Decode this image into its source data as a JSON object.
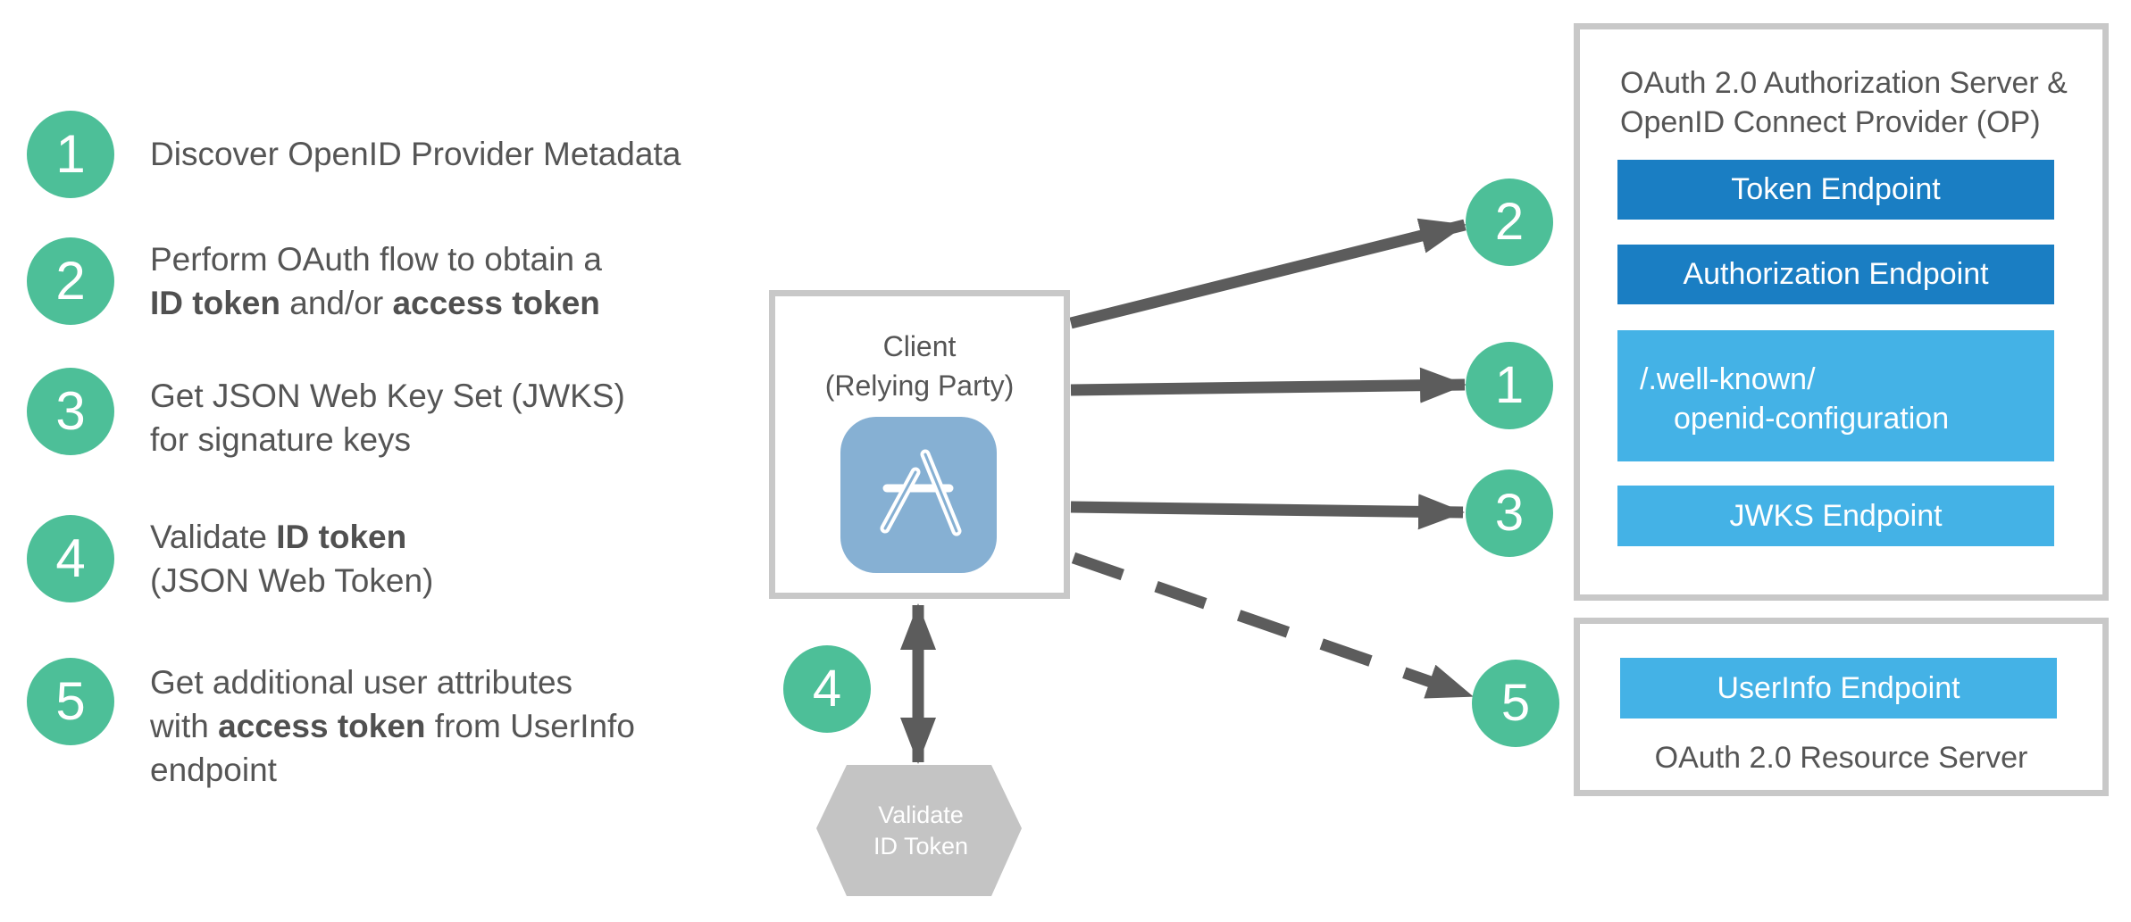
{
  "accent_color": "#4dbf98",
  "steps": [
    {
      "number": "1",
      "line1": [
        {
          "t": "Discover OpenID Provider Metadata",
          "b": false
        }
      ],
      "line2": []
    },
    {
      "number": "2",
      "line1": [
        {
          "t": "Perform OAuth flow to obtain a",
          "b": false
        }
      ],
      "line2": [
        {
          "t": "ID token",
          "b": true
        },
        {
          "t": " and/or ",
          "b": false
        },
        {
          "t": "access token",
          "b": true
        }
      ]
    },
    {
      "number": "3",
      "line1": [
        {
          "t": "Get JSON Web Key Set (JWKS)",
          "b": false
        }
      ],
      "line2": [
        {
          "t": "for signature keys",
          "b": false
        }
      ]
    },
    {
      "number": "4",
      "line1": [
        {
          "t": "Validate ",
          "b": false
        },
        {
          "t": "ID token",
          "b": true
        }
      ],
      "line2": [
        {
          "t": "(JSON Web Token)",
          "b": false
        }
      ]
    },
    {
      "number": "5",
      "line1": [
        {
          "t": "Get additional user attributes",
          "b": false
        }
      ],
      "line2": [
        {
          "t": "with ",
          "b": false
        },
        {
          "t": "access token",
          "b": true
        },
        {
          "t": " from UserInfo",
          "b": false
        }
      ],
      "line3": [
        {
          "t": "endpoint",
          "b": false
        }
      ]
    }
  ],
  "client": {
    "line1": "Client",
    "line2": "(Relying Party)",
    "icon": "app-store-icon"
  },
  "op": {
    "title_line1": "OAuth 2.0 Authorization Server &",
    "title_line2": "OpenID Connect Provider (OP)",
    "token_endpoint": "Token Endpoint",
    "authorization_endpoint": "Authorization Endpoint",
    "wellknown_line1": "/.well-known/",
    "wellknown_line2": "openid-configuration",
    "jwks_endpoint": "JWKS Endpoint"
  },
  "resource_server": {
    "userinfo_endpoint": "UserInfo Endpoint",
    "title": "OAuth 2.0 Resource Server"
  },
  "flow_numbers": {
    "n1": "1",
    "n2": "2",
    "n3": "3",
    "n4": "4",
    "n5": "5"
  },
  "validate": {
    "line1": "Validate",
    "line2": "ID Token"
  },
  "colors": {
    "green": "#4dbf98",
    "endpoint_dark": "#1a7ec3",
    "endpoint_light": "#44b2e6",
    "arrow": "#5c5c5c",
    "border": "#c8c8c8",
    "hexagon": "#c4c4c4",
    "app_icon": "#86b0d3"
  }
}
